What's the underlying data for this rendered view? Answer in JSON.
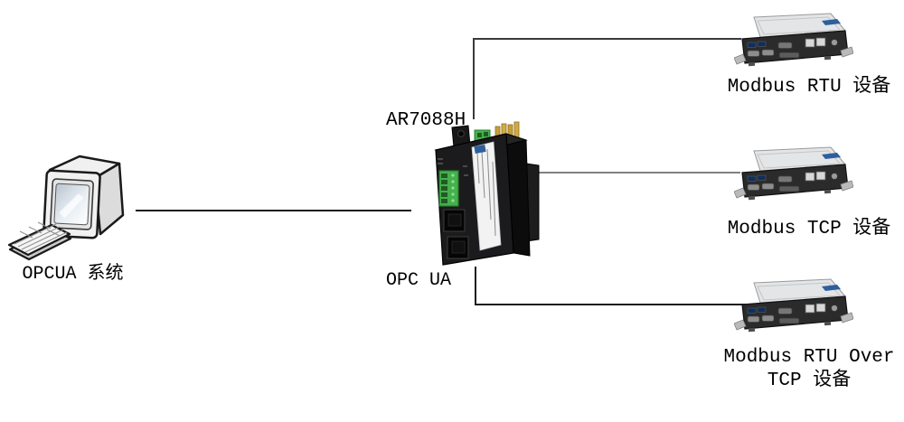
{
  "diagram": {
    "computer": {
      "label": "OPCUA 系统"
    },
    "gateway": {
      "model": "AR7088H",
      "protocol_label": "OPC UA"
    },
    "devices": [
      {
        "label": "Modbus RTU 设备"
      },
      {
        "label": "Modbus TCP 设备"
      },
      {
        "label": "Modbus RTU Over TCP 设备"
      }
    ],
    "colors": {
      "background": "#ffffff",
      "line_black": "#1b1b1b",
      "line_gray": "#808080",
      "text": "#000000",
      "gateway_body": "#161616",
      "terminal_green": "#46b14c",
      "antenna_gold": "#c79f3a",
      "device_chassis": "#d9dbdd",
      "device_front": "#2b2b2b",
      "badge_blue": "#2e5f9d"
    }
  }
}
